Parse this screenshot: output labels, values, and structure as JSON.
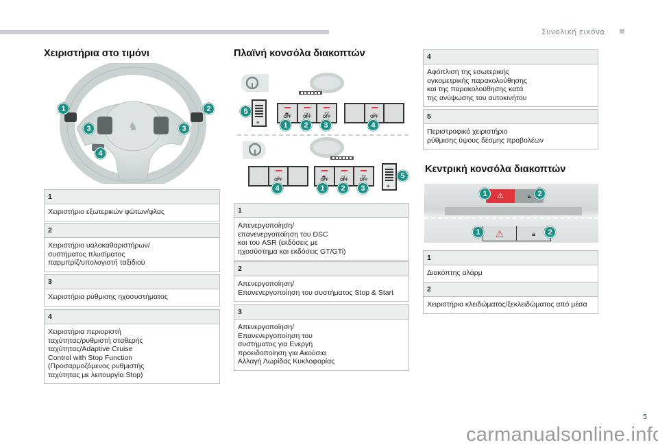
{
  "header": {
    "chapter_title": "Συνολική εικόνα",
    "page_number": "5"
  },
  "watermark": "carmanualsonline.info",
  "colors": {
    "accent_teal": "#1d8e85",
    "hazard_red": "#e0353d",
    "box_header_bg": "#eceeee",
    "box_border": "#b9bcbc"
  },
  "steering": {
    "title": "Χειριστήρια στο τιμόνι",
    "callouts": [
      "1",
      "2",
      "3",
      "3",
      "4"
    ],
    "items": [
      {
        "num": "1",
        "text": "Χειριστήριο εξωτερικών φώτων/φλας"
      },
      {
        "num": "2",
        "text": "Χειριστήριο υαλοκαθαριστήρων/\nσυστήματος πλυσίματος\nπαρμπρίζ/υπολογιστή ταξιδιού"
      },
      {
        "num": "3",
        "text": "Χειριστήρια ρύθμισης ηχοσυστήματος"
      },
      {
        "num": "4",
        "text": "Χειριστήρια περιοριστή\nταχύτητας/ρυθμιστή σταθερής\nταχύτητας/Adaptive Cruise\nControl with Stop Function\n(Προσαρμοζόμενος ρυθμιστής\nταχύτητας με λειτουργία Stop)"
      }
    ]
  },
  "side_console": {
    "title": "Πλαϊνή κονσόλα διακοπτών",
    "switch_off_label": "OFF",
    "callouts_top": [
      "5",
      "1",
      "2",
      "3",
      "4"
    ],
    "callouts_bottom": [
      "4",
      "1",
      "2",
      "3",
      "5"
    ],
    "items": [
      {
        "num": "1",
        "text": "Απενεργοποίηση/\nεπανενεργοποίηση του DSC\nκαι του ASR (εκδόσεις με\nηχοσύστημα και εκδόσεις GT/GTi)"
      },
      {
        "num": "2",
        "text": "Απενεργοποίηση/\nΕπανενεργοποίηση του συστήματος Stop & Start"
      },
      {
        "num": "3",
        "text": "Απενεργοποίηση/\nΕπανενεργοποίηση του\nσυστήματος για Ενεργή\nπροειδοποίηση για Ακούσια\nΑλλαγή Λωρίδας Κυκλοφορίας"
      },
      {
        "num": "4",
        "text": "Αφόπλιση της εσωτερικής\nογκομετρικής παρακολούθησης\nκαι της παρακολούθησης κατά\nτης ανύψωσης του αυτοκινήτου"
      },
      {
        "num": "5",
        "text": "Περιστροφικό χειριστήριο\nρύθμισης ύψους δέσμης προβολέων"
      }
    ]
  },
  "center_console": {
    "title": "Κεντρική κονσόλα διακοπτών",
    "callouts": [
      "1",
      "2",
      "1",
      "2"
    ],
    "items": [
      {
        "num": "1",
        "text": "Διακόπτης αλάρμ"
      },
      {
        "num": "2",
        "text": "Χειριστήριο κλειδώματος/ξεκλειδώματος από μέσα"
      }
    ]
  }
}
